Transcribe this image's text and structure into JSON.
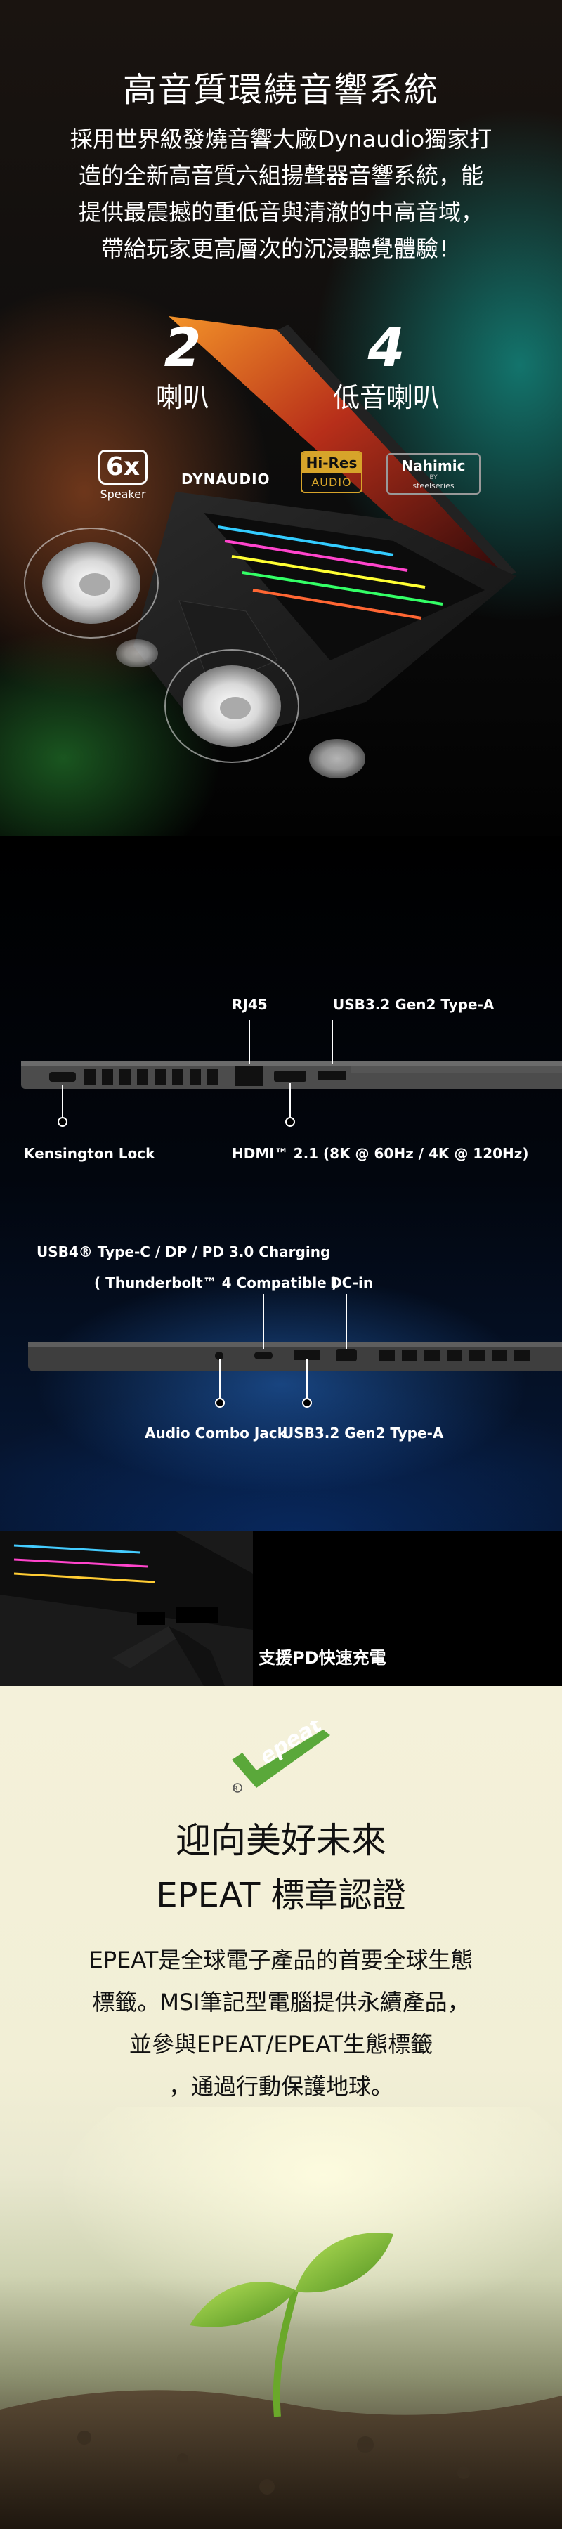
{
  "audio": {
    "title": "高音質環繞音響系統",
    "body_lines": [
      "採用世界級發燒音響大廠Dynaudio獨家打",
      "造的全新高音質六組揚聲器音響系統，能",
      "提供最震撼的重低音與清澈的中高音域，",
      "帶給玩家更高層次的沉浸聽覺體驗！"
    ],
    "tweeter_count": "2",
    "tweeter_label": "喇叭",
    "woofer_count": "4",
    "woofer_label": "低音喇叭",
    "logos": {
      "six_x": "6x",
      "speaker": "Speaker",
      "dynaudio": "DYNAUDIO",
      "hires_top": "Hi-Res",
      "hires_bottom": "AUDIO",
      "nahimic": "Nahimic",
      "nahimic_by": "BY",
      "steelseries": "steelseries"
    }
  },
  "ports": {
    "rj45": "RJ45",
    "usb_a_top": "USB3.2 Gen2 Type-A",
    "kensington": "Kensington Lock",
    "hdmi": "HDMI™ 2.1 (8K @ 60Hz / 4K @ 120Hz)",
    "usb4_line1": "USB4® Type-C / DP / PD 3.0 Charging",
    "usb4_line2": "( Thunderbolt™ 4 Compatible )",
    "dc_in": "DC-in",
    "audio_jack": "Audio Combo Jack",
    "usb_a_bottom": "USB3.2 Gen2 Type-A",
    "pd_charging": "支援PD快速充電"
  },
  "epeat": {
    "logo_text": "epeat",
    "title_line1": "迎向美好未來",
    "title_line2": "EPEAT 標章認證",
    "body_lines": [
      "EPEAT是全球電子產品的首要全球生態",
      "標籤。MSI筆記型電腦提供永續產品，",
      "並參與EPEAT/EPEAT生態標籤",
      "，通過行動保護地球。"
    ]
  },
  "colors": {
    "epeat_green": "#5aa83a",
    "hires_gold": "#d7a42a"
  }
}
